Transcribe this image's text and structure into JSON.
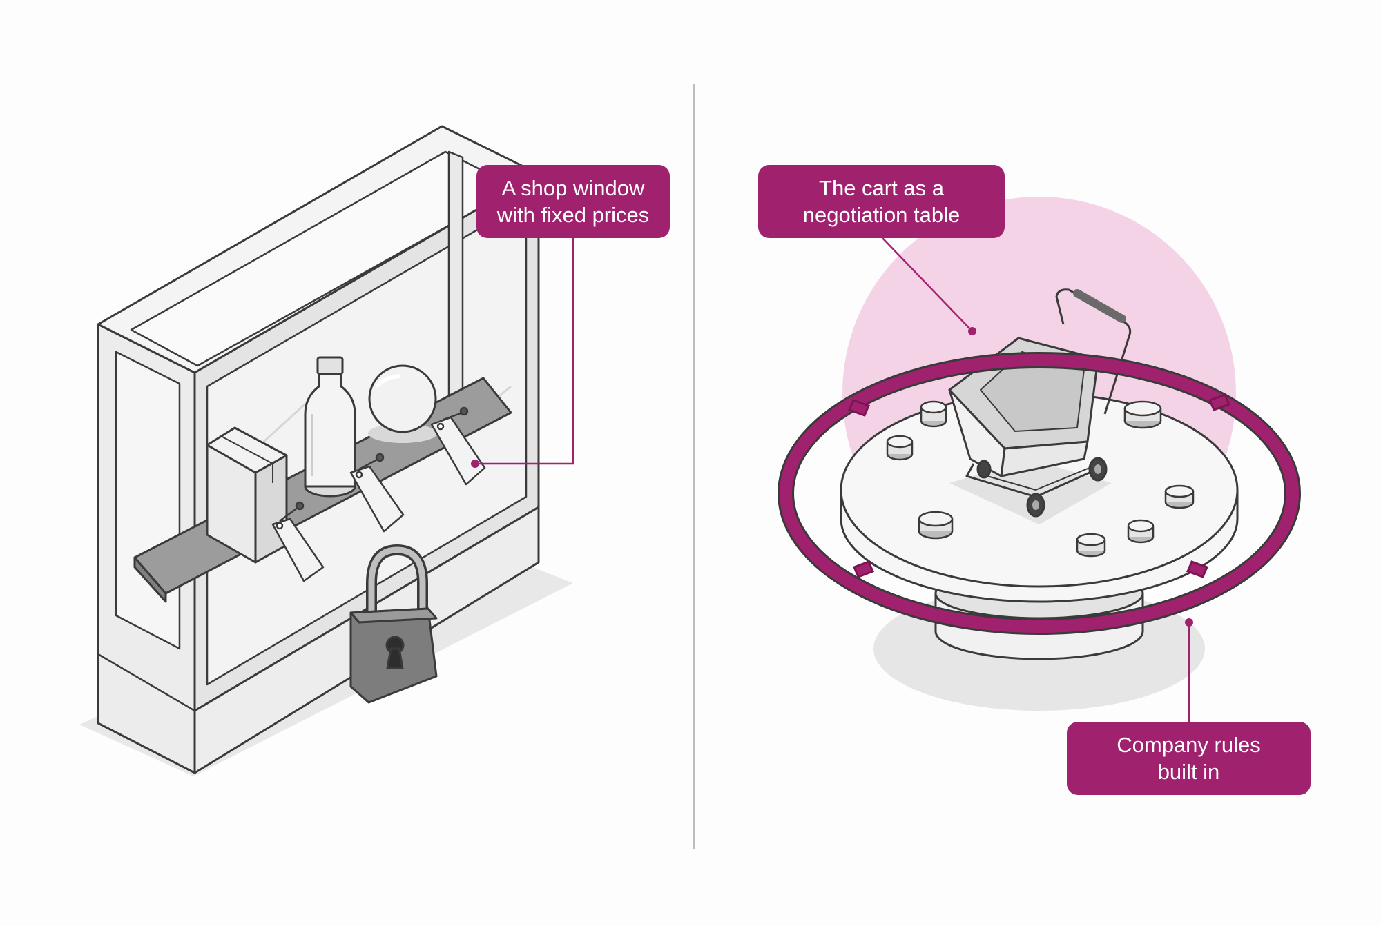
{
  "colors": {
    "accent": "#a0226f",
    "accent_light": "#f4d3e6",
    "line": "#3a3a3a",
    "fill": "#f1f1f1",
    "shadow": "#e6e6e6"
  },
  "left_panel": {
    "icons": [
      "display-case-icon",
      "bottle-icon",
      "box-icon",
      "sphere-icon",
      "price-tag-icon",
      "padlock-icon"
    ],
    "callout": {
      "line1": "A shop window",
      "line2": "with fixed prices"
    }
  },
  "right_panel": {
    "icons": [
      "round-table-icon",
      "shopping-cart-icon",
      "dial-icon",
      "boundary-ring-icon"
    ],
    "callout_top": {
      "line1": "The cart as a",
      "line2": "negotiation table"
    },
    "callout_bottom": {
      "line1": "Company rules",
      "line2": "built in"
    }
  }
}
